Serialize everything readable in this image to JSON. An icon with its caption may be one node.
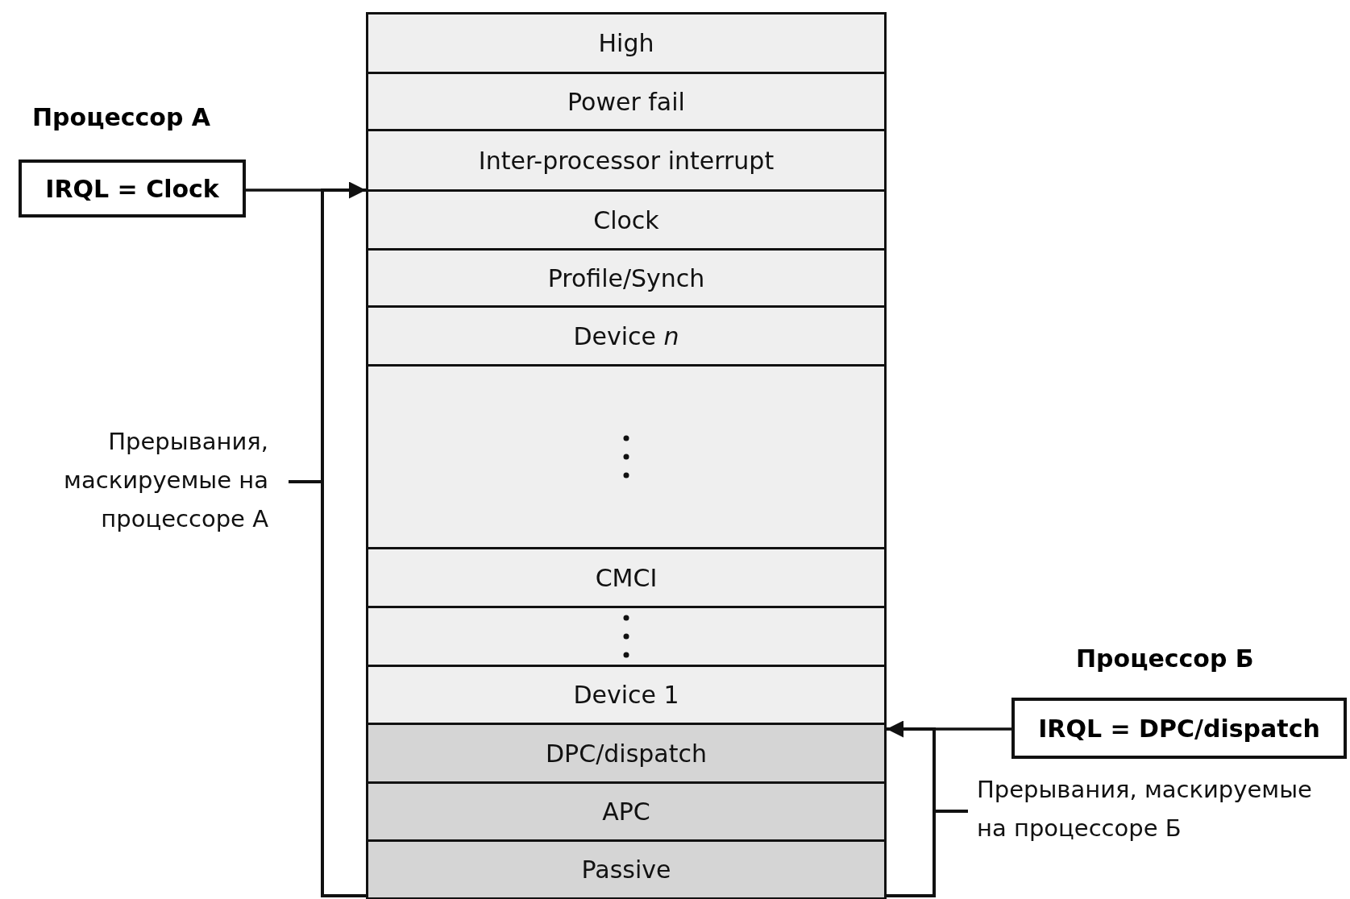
{
  "diagram": {
    "nodes": [
      {
        "text": [
          "High"
        ]
      },
      {
        "text": [
          "Power fail"
        ]
      },
      {
        "text": [
          "Inter-processor interrupt"
        ]
      },
      {
        "text": [
          "Clock"
        ]
      },
      {
        "text": [
          "Profile/Synch"
        ]
      },
      {
        "text": [
          "Device *n*"
        ]
      },
      {
        "text": [],
        "shape": "box"
      },
      {
        "text": [
          "CMCI"
        ]
      },
      {
        "text": [],
        "shape": "box"
      },
      {
        "text": [
          "Device 1"
        ]
      },
      {
        "text": [
          "DPC/dispatch"
        ]
      },
      {
        "text": [
          "APC"
        ]
      },
      {
        "text": [
          "Passive"
        ]
      },
      {
        "text": [
          "Процессор А",
          "IRQL = Clock"
        ]
      },
      {
        "text": [
          "Процессор Б",
          "IRQL = DPC/dispatch"
        ]
      }
    ],
    "edges": [
      {
        "from": 13,
        "to": 3,
        "arrow": "to"
      },
      {
        "from": 14,
        "to": 10,
        "arrow": "to"
      }
    ],
    "labels": [
      "Прерывания, маскируемые на процессоре А",
      "Прерывания, маскируемые на процессоре Б"
    ]
  }
}
